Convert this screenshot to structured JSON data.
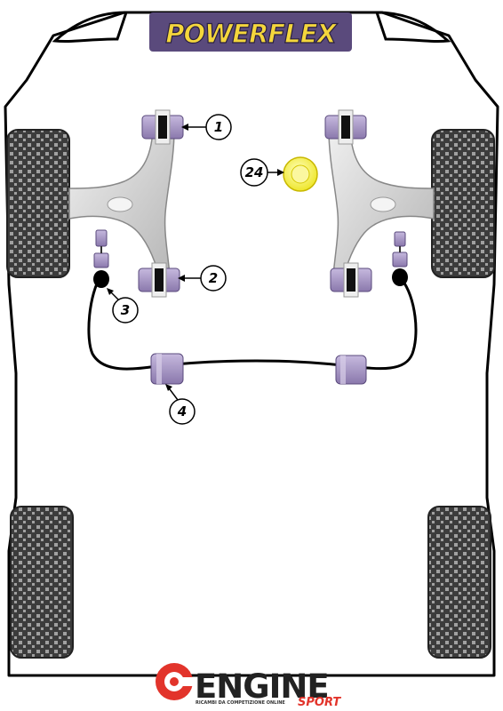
{
  "header": {
    "brand": "POWERFLEX"
  },
  "callouts": [
    {
      "id": "1",
      "label": "1"
    },
    {
      "id": "2",
      "label": "2"
    },
    {
      "id": "3",
      "label": "3"
    },
    {
      "id": "4",
      "label": "4"
    },
    {
      "id": "24",
      "label": "24"
    }
  ],
  "footer": {
    "brand_main": "ENGINE",
    "brand_sport": "SPORT",
    "tagline": "RICAMBI DA COMPETIZIONE ONLINE"
  },
  "colors": {
    "bush_purple": "#9a8ab8",
    "bush_purple_dark": "#6a5a8e",
    "arm_grey": "#c8c8c8",
    "bush_yellow": "#f2ec2a",
    "logo_yellow": "#f4d63c",
    "engine_red": "#e2342b"
  }
}
